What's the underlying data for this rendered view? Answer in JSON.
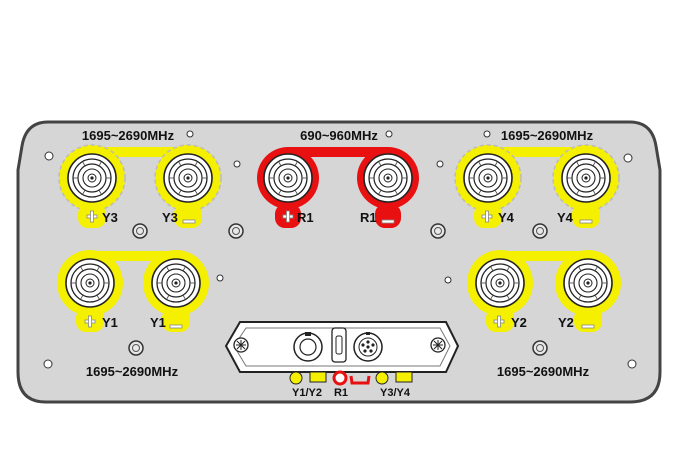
{
  "colors": {
    "panel_fill": "#d6d6d6",
    "panel_stroke": "#444444",
    "yellow": "#f5f000",
    "red": "#e81010",
    "outline": "#222222",
    "label_text": "#111111"
  },
  "band_labels": {
    "top_left": "1695~2690MHz",
    "top_center": "690~960MHz",
    "top_right": "1695~2690MHz",
    "bottom_left": "1695~2690MHz",
    "bottom_right": "1695~2690MHz"
  },
  "ports": {
    "y3_plus": "Y3",
    "y3_minus": "Y3",
    "r1_plus": "R1",
    "r1_minus": "R1",
    "y4_plus": "Y4",
    "y4_minus": "Y4",
    "y1_plus": "Y1",
    "y1_minus": "Y1",
    "y2_plus": "Y2",
    "y2_minus": "Y2"
  },
  "indicators": {
    "y1y2": "Y1/Y2",
    "r1": "R1",
    "y3y4": "Y3/Y4"
  },
  "icons": {
    "plus": "plus-polarity-icon",
    "minus": "minus-polarity-icon",
    "connector": "rf-connector-icon",
    "screw": "mounting-screw-icon"
  }
}
